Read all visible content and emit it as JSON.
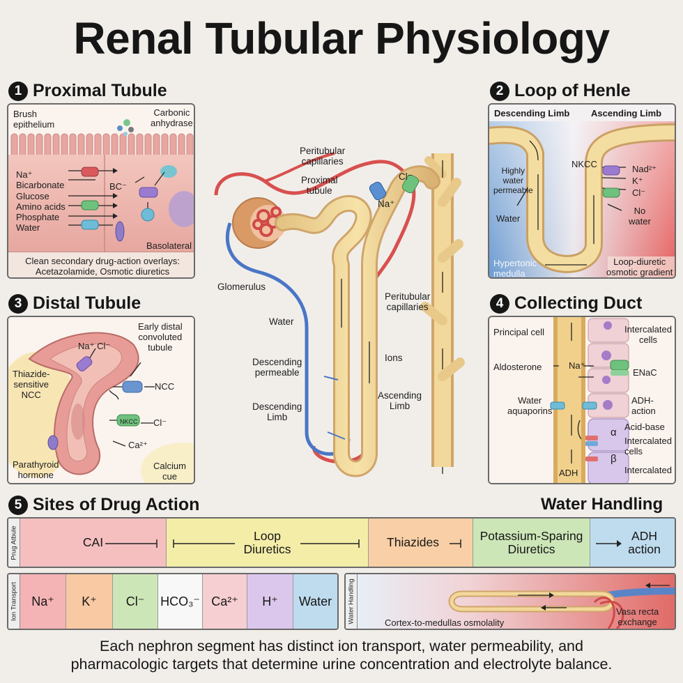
{
  "title": "Renal Tubular Physiology",
  "sections": {
    "s1": {
      "num": "1",
      "title": "Proximal Tubule"
    },
    "s2": {
      "num": "2",
      "title": "Loop of Henle"
    },
    "s3": {
      "num": "3",
      "title": "Distal Tubule"
    },
    "s4": {
      "num": "4",
      "title": "Collecting Duct"
    },
    "s5": {
      "num": "5",
      "title": "Sites of Drug Action"
    },
    "water": "Water Handling"
  },
  "proximal": {
    "brush": "Brush\nepithelium",
    "carbonic": "Carbonic\nanhydrase",
    "na": "Na⁺",
    "bicarbonate": "Bicarbonate",
    "glucose": "Glucose",
    "amino": "Amino acids",
    "phosphate": "Phosphate",
    "water": "Water",
    "bc": "BC⁻",
    "basolateral": "Basolateral",
    "caption": "Clean secondary drug-action overlays:\nAcetazolamide, Osmotic diuretics"
  },
  "henle": {
    "descending": "Descending Limb",
    "ascending": "Ascending Limb",
    "permeable": "Highly\nwater\npermeable",
    "water": "Water",
    "nkcc": "NKCC",
    "nad": "Nad²⁺",
    "k": "K⁺",
    "cl": "Cl⁻",
    "nowater": "No\nwater",
    "hypertonic": "Hypertonic\nmedulla",
    "gradient": "Loop-diuretic\nosmotic gradient"
  },
  "distal": {
    "early": "Early distal\nconvoluted\ntubule",
    "nacl": "Na⁺ Cl⁻",
    "thiazide": "Thiazide-\nsensitive\nNCC",
    "ncc": "NCC",
    "nkcc": "NKCC",
    "cl": "Cl⁻",
    "ca": "Ca²⁺",
    "pth": "Parathyroid\nhormone",
    "calcium": "Calcium\ncue"
  },
  "collecting": {
    "principal": "Principal cell",
    "intercalated1": "Intercalated\ncells",
    "aldosterone": "Aldosterone",
    "na": "Na⁺",
    "enac": "ENaC",
    "aquaporins": "Water\naquaporins",
    "adh_action": "ADH-\naction",
    "acidbase": "Acid-base",
    "alpha": "α",
    "intercalated2": "Intercalated\ncells",
    "beta": "β",
    "adh": "ADH",
    "intercalated3": "Intercalated"
  },
  "nephron": {
    "peritubular1": "Peritubular\ncapillaries",
    "proximal": "Proximal\ntubule",
    "na": "Na⁺",
    "cl": "Cl⁻",
    "glomerulus": "Glomerulus",
    "peritubular2": "Peritubular\ncapillaries",
    "water": "Water",
    "ions": "Ions",
    "desc_perm": "Descending\npermeable",
    "ascending": "Ascending\nLimb",
    "desc_limb": "Descending\nLimb"
  },
  "drug_row": {
    "side": "Prug Atbule",
    "cells": [
      {
        "label": "CAI",
        "color": "#f5bfc0"
      },
      {
        "label": "Loop\nDiuretics",
        "color": "#f4eda8"
      },
      {
        "label": "Thiazides",
        "color": "#f8cfa6"
      },
      {
        "label": "Potassium-Sparing\nDiuretics",
        "color": "#cde6b8"
      },
      {
        "label": "ADH\naction",
        "color": "#bfdcee"
      }
    ]
  },
  "ion_row": {
    "side": "Ion Transport",
    "cells": [
      {
        "label": "Na⁺",
        "color": "#f4b3b5"
      },
      {
        "label": "K⁺",
        "color": "#f8c9a3"
      },
      {
        "label": "Cl⁻",
        "color": "#cde6b8"
      },
      {
        "label": "HCO₃⁻",
        "color": "#f8f8f8"
      },
      {
        "label": "Ca²⁺",
        "color": "#f6cfd2"
      },
      {
        "label": "H⁺",
        "color": "#dcc7ec"
      },
      {
        "label": "Water",
        "color": "#bfdcee"
      }
    ]
  },
  "water_row": {
    "side": "Water Handling",
    "osmolality": "Cortex-to-medullas osmolality",
    "vasa": "Vasa recta\nexchange"
  },
  "footer": "Each nephron segment has distinct ion transport, water permeability, and\npharmacologic targets that determine urine concentration and electrolyte balance."
}
